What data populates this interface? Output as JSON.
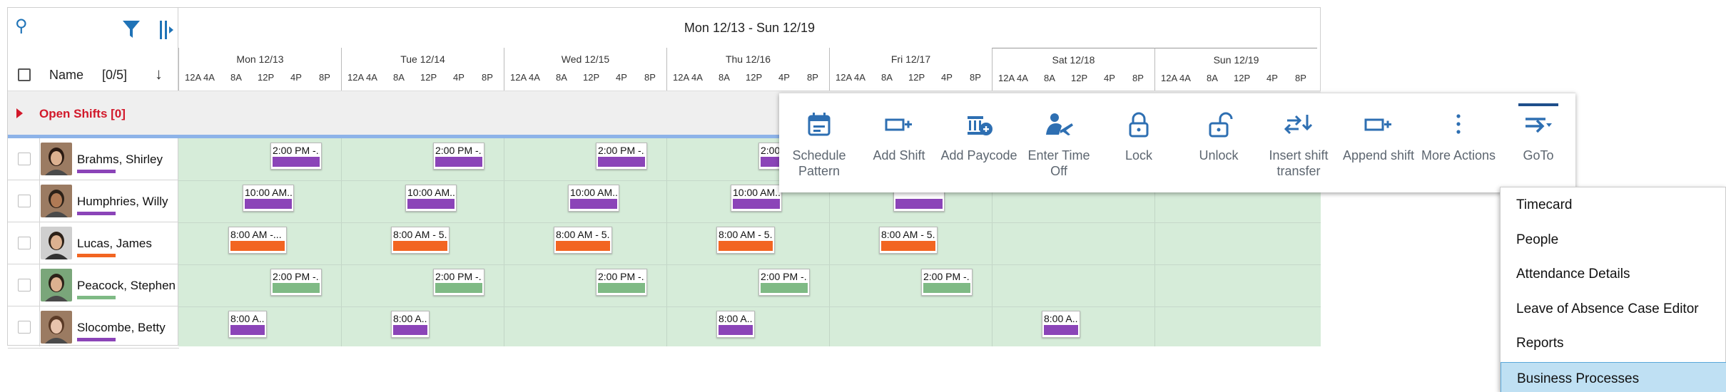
{
  "week_title": "Mon 12/13 - Sun 12/19",
  "left_panel": {
    "name_header": "Name",
    "count": "[0/5]",
    "open_shifts": "Open Shifts [0]"
  },
  "days": [
    {
      "label": "Mon 12/13",
      "weekend": false
    },
    {
      "label": "Tue 12/14",
      "weekend": false
    },
    {
      "label": "Wed 12/15",
      "weekend": false
    },
    {
      "label": "Thu 12/16",
      "weekend": false
    },
    {
      "label": "Fri 12/17",
      "weekend": false
    },
    {
      "label": "Sat 12/18",
      "weekend": true
    },
    {
      "label": "Sun 12/19",
      "weekend": true
    }
  ],
  "hours": [
    "12A",
    "4A",
    "8A",
    "12P",
    "4P",
    "8P"
  ],
  "employees": [
    {
      "name": "Brahms, Shirley",
      "color": "#8b44b8",
      "avatar": "woman-dark"
    },
    {
      "name": "Humphries, Willy",
      "color": "#8b44b8",
      "avatar": "man-dark"
    },
    {
      "name": "Lucas, James",
      "color": "#f26522",
      "avatar": "man-suit"
    },
    {
      "name": "Peacock, Stephen",
      "color": "#7fba85",
      "avatar": "man-green"
    },
    {
      "name": "Slocombe, Betty",
      "color": "#8b44b8",
      "avatar": "woman-light"
    }
  ],
  "shifts": [
    {
      "row": 0,
      "day": 0,
      "start": 14,
      "label": "2:00 PM -...",
      "color": "#8b44b8",
      "width": 72
    },
    {
      "row": 0,
      "day": 1,
      "start": 14,
      "label": "2:00 PM -...",
      "color": "#8b44b8",
      "width": 72
    },
    {
      "row": 0,
      "day": 2,
      "start": 14,
      "label": "2:00 PM -...",
      "color": "#8b44b8",
      "width": 72
    },
    {
      "row": 0,
      "day": 3,
      "start": 14,
      "label": "2:00 PM -...",
      "color": "#8b44b8",
      "width": 72
    },
    {
      "row": 1,
      "day": 0,
      "start": 10,
      "label": "10:00 AM...",
      "color": "#8b44b8",
      "width": 72
    },
    {
      "row": 1,
      "day": 1,
      "start": 10,
      "label": "10:00 AM...",
      "color": "#8b44b8",
      "width": 72
    },
    {
      "row": 1,
      "day": 2,
      "start": 10,
      "label": "10:00 AM...",
      "color": "#8b44b8",
      "width": 72
    },
    {
      "row": 1,
      "day": 3,
      "start": 10,
      "label": "10:00 AM...",
      "color": "#8b44b8",
      "width": 72
    },
    {
      "row": 1,
      "day": 4,
      "start": 10,
      "label": "",
      "color": "#8b44b8",
      "width": 72
    },
    {
      "row": 2,
      "day": 0,
      "start": 8,
      "label": "8:00 AM -...",
      "color": "#f26522",
      "width": 82
    },
    {
      "row": 2,
      "day": 1,
      "start": 8,
      "label": "8:00 AM - 5...",
      "color": "#f26522",
      "width": 82
    },
    {
      "row": 2,
      "day": 2,
      "start": 8,
      "label": "8:00 AM - 5...",
      "color": "#f26522",
      "width": 82
    },
    {
      "row": 2,
      "day": 3,
      "start": 8,
      "label": "8:00 AM - 5...",
      "color": "#f26522",
      "width": 82
    },
    {
      "row": 2,
      "day": 4,
      "start": 8,
      "label": "8:00 AM - 5...",
      "color": "#f26522",
      "width": 82
    },
    {
      "row": 3,
      "day": 0,
      "start": 14,
      "label": "2:00 PM -...",
      "color": "#7fba85",
      "width": 72
    },
    {
      "row": 3,
      "day": 1,
      "start": 14,
      "label": "2:00 PM -...",
      "color": "#7fba85",
      "width": 72
    },
    {
      "row": 3,
      "day": 2,
      "start": 14,
      "label": "2:00 PM -...",
      "color": "#7fba85",
      "width": 72
    },
    {
      "row": 3,
      "day": 3,
      "start": 14,
      "label": "2:00 PM -...",
      "color": "#7fba85",
      "width": 72
    },
    {
      "row": 3,
      "day": 4,
      "start": 14,
      "label": "2:00 PM -...",
      "color": "#7fba85",
      "width": 72
    },
    {
      "row": 4,
      "day": 0,
      "start": 8,
      "label": "8:00 A...",
      "color": "#8b44b8",
      "width": 54
    },
    {
      "row": 4,
      "day": 1,
      "start": 8,
      "label": "8:00 A...",
      "color": "#8b44b8",
      "width": 54
    },
    {
      "row": 4,
      "day": 3,
      "start": 8,
      "label": "8:00 A...",
      "color": "#8b44b8",
      "width": 54
    },
    {
      "row": 4,
      "day": 5,
      "start": 8,
      "label": "8:00 A...",
      "color": "#8b44b8",
      "width": 54
    }
  ],
  "actions": [
    {
      "name": "schedule-pattern",
      "label": "Schedule Pattern",
      "icon": "calendar-icon"
    },
    {
      "name": "add-shift",
      "label": "Add Shift",
      "icon": "add-shift-icon"
    },
    {
      "name": "add-paycode",
      "label": "Add Paycode",
      "icon": "paycode-icon"
    },
    {
      "name": "enter-time-off",
      "label": "Enter Time Off",
      "icon": "time-off-icon"
    },
    {
      "name": "lock",
      "label": "Lock",
      "icon": "lock-icon"
    },
    {
      "name": "unlock",
      "label": "Unlock",
      "icon": "unlock-icon"
    },
    {
      "name": "insert-shift-transfer",
      "label": "Insert shift transfer",
      "icon": "transfer-icon"
    },
    {
      "name": "append-shift",
      "label": "Append shift",
      "icon": "append-shift-icon"
    },
    {
      "name": "more-actions",
      "label": "More Actions",
      "icon": "more-icon"
    },
    {
      "name": "goto",
      "label": "GoTo",
      "icon": "goto-icon"
    }
  ],
  "goto_menu": [
    {
      "label": "Timecard",
      "selected": false
    },
    {
      "label": "People",
      "selected": false
    },
    {
      "label": "Attendance Details",
      "selected": false
    },
    {
      "label": "Leave of Absence Case Editor",
      "selected": false
    },
    {
      "label": "Reports",
      "selected": false
    },
    {
      "label": "Business Processes",
      "selected": true
    }
  ],
  "colors": {
    "accent": "#1f73b7",
    "open_shifts": "#d2182a",
    "grid_bg": "#d6ecd9",
    "icon": "#2e6fb2",
    "selected_item": "#bfe0f3"
  }
}
